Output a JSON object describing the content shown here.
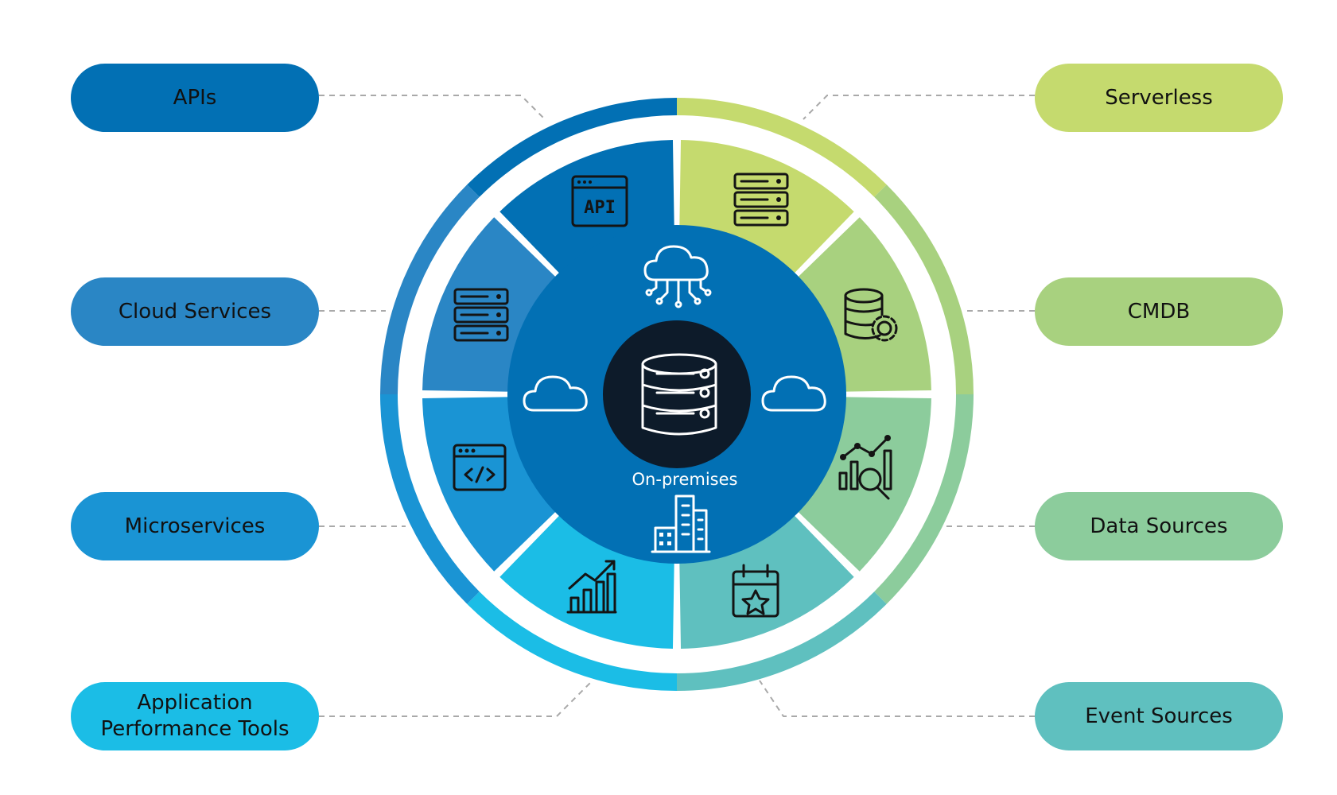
{
  "center": {
    "label": "On-premises"
  },
  "left_items": [
    {
      "label": "APIs",
      "color": "#0270b4"
    },
    {
      "label": "Cloud Services",
      "color": "#2a86c5"
    },
    {
      "label": "Microservices",
      "color": "#1a94d4"
    },
    {
      "label": "Application\nPerformance Tools",
      "color": "#1bbde6"
    }
  ],
  "right_items": [
    {
      "label": "Serverless",
      "color": "#c5da6e"
    },
    {
      "label": "CMDB",
      "color": "#a8d17f"
    },
    {
      "label": "Data Sources",
      "color": "#8ccc9c"
    },
    {
      "label": "Event Sources",
      "color": "#5fc0bf"
    }
  ],
  "colors": {
    "inner_circle": "#0270b4",
    "core": "#0d1b2a",
    "connector": "#a9a9a9"
  },
  "icons": {
    "segment_icons": [
      "api-icon",
      "server-rack-icon",
      "server-stack-icon",
      "database-gear-icon",
      "analytics-search-icon",
      "calendar-star-icon",
      "growth-chart-icon",
      "code-window-icon"
    ],
    "inner_icons": [
      "cloud-network-icon",
      "cloud-icon",
      "database-icon",
      "buildings-icon"
    ]
  },
  "segment_labels": {
    "api_icon_text": "API"
  }
}
